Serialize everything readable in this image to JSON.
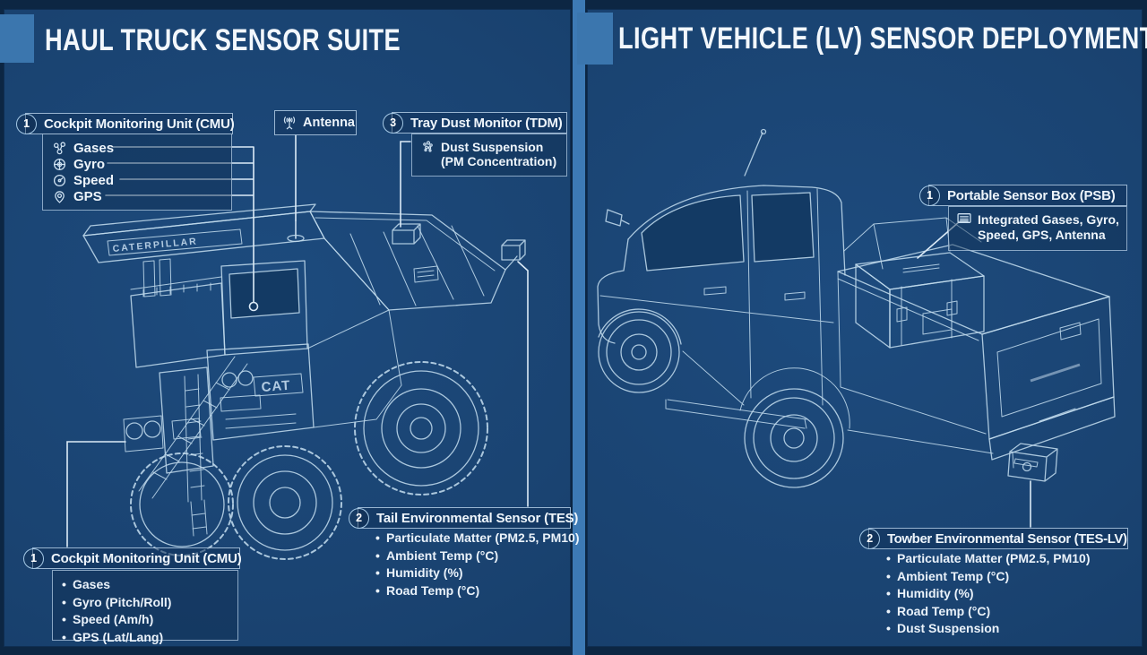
{
  "colors": {
    "panel_bg": "#1a4371",
    "divider": "#3d7ab5",
    "accent_square": "#3b76ae",
    "line_art": "#bfd9ec",
    "text": "#eef5fb"
  },
  "left_panel": {
    "title": "HAUL TRUCK SENSOR SUITE",
    "truck_brand": "CATERPILLAR",
    "truck_front_label": "CAT",
    "callouts": {
      "cmu_top": {
        "number": "1",
        "title": "Cockpit Monitoring Unit (CMU)",
        "items": [
          {
            "icon": "gases-icon",
            "label": "Gases"
          },
          {
            "icon": "gyro-icon",
            "label": "Gyro"
          },
          {
            "icon": "speed-icon",
            "label": "Speed"
          },
          {
            "icon": "gps-icon",
            "label": "GPS"
          }
        ]
      },
      "antenna": {
        "icon": "antenna-icon",
        "label": "Antenna"
      },
      "tdm": {
        "number": "3",
        "title": "Tray Dust Monitor (TDM)",
        "item_icon": "dust-icon",
        "item_line1": "Dust Suspension",
        "item_line2": "(PM Concentration)"
      },
      "tes": {
        "number": "2",
        "title": "Tail Environmental Sensor (TES)",
        "bullets": [
          "Particulate Matter (PM2.5, PM10)",
          "Ambient Temp (°C)",
          "Humidity (%)",
          "Road Temp (°C)"
        ]
      },
      "cmu_bottom": {
        "number": "1",
        "title": "Cockpit Monitoring Unit (CMU)",
        "bullets": [
          "Gases",
          "Gyro (Pitch/Roll)",
          "Speed (Am/h)",
          "GPS (Lat/Lang)"
        ]
      }
    }
  },
  "right_panel": {
    "title": "LIGHT VEHICLE (LV) SENSOR DEPLOYMENT",
    "callouts": {
      "psb": {
        "number": "1",
        "title": "Portable Sensor Box (PSB)",
        "item_icon": "sensor-box-icon",
        "item_line1": "Integrated Gases, Gyro,",
        "item_line2": "Speed, GPS, Antenna"
      },
      "teslv": {
        "number": "2",
        "title": "Towber Environmental Sensor (TES-LV)",
        "bullets": [
          "Particulate Matter (PM2.5, PM10)",
          "Ambient Temp (°C)",
          "Humidity (%)",
          "Road Temp (°C)",
          "Dust Suspension"
        ]
      }
    }
  }
}
